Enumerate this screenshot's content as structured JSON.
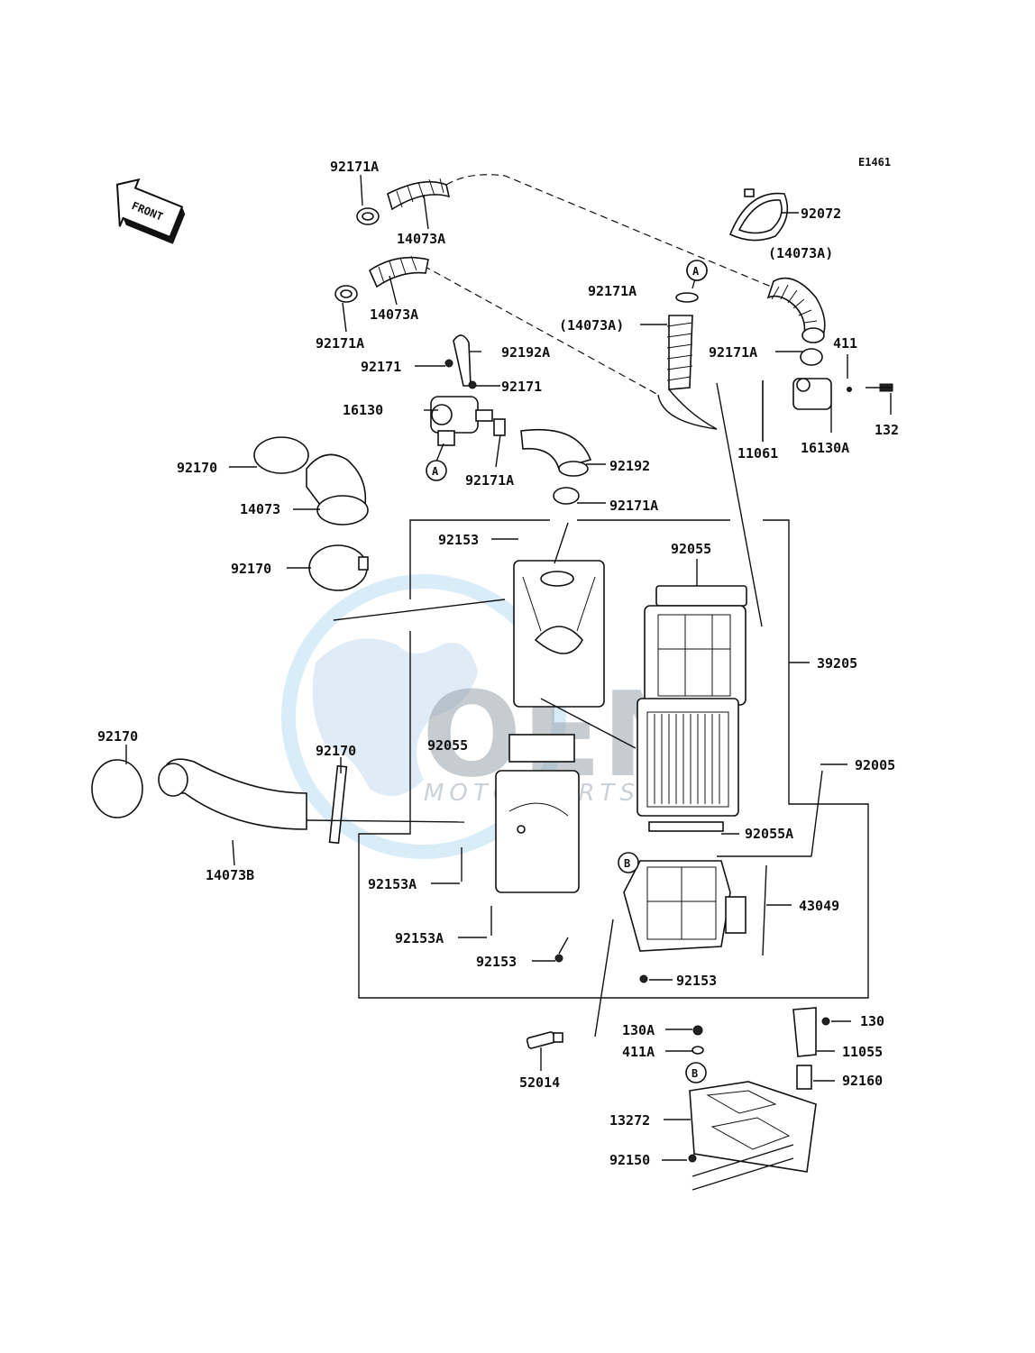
{
  "diagram_code": "E1461",
  "front_label": "FRONT",
  "watermark": {
    "main": "OEM",
    "sub": "MOTORPARTS"
  },
  "callouts": {
    "A": "A",
    "B": "B"
  },
  "labels": {
    "p92171A_1": "92171A",
    "p14073A_1": "14073A",
    "p14073A_2": "14073A",
    "p92171A_2": "92171A",
    "p92072": "92072",
    "p14073A_paren_1": "(14073A)",
    "p92171A_3": "92171A",
    "p14073A_paren_2": "(14073A)",
    "p92171A_4": "92171A",
    "p411": "411",
    "p132": "132",
    "p11061": "11061",
    "p16130A": "16130A",
    "p92192A": "92192A",
    "p92171_1": "92171",
    "p92171_2": "92171",
    "p16130": "16130",
    "p92171A_5": "92171A",
    "p92192": "92192",
    "p92170_1": "92170",
    "p14073": "14073",
    "p92171A_6": "92171A",
    "p92153_1": "92153",
    "p92055_1": "92055",
    "p92170_2": "92170",
    "p39205": "39205",
    "p92170_3": "92170",
    "p92170_4": "92170",
    "p92055_2": "92055",
    "p92005": "92005",
    "p92055A": "92055A",
    "p14073B": "14073B",
    "p92153A_1": "92153A",
    "p43049": "43049",
    "p92153A_2": "92153A",
    "p92153_2": "92153",
    "p92153_3": "92153",
    "p130A": "130A",
    "p130": "130",
    "p411A": "411A",
    "p11055": "11055",
    "p52014": "52014",
    "p92160": "92160",
    "p13272": "13272",
    "p92150": "92150"
  }
}
